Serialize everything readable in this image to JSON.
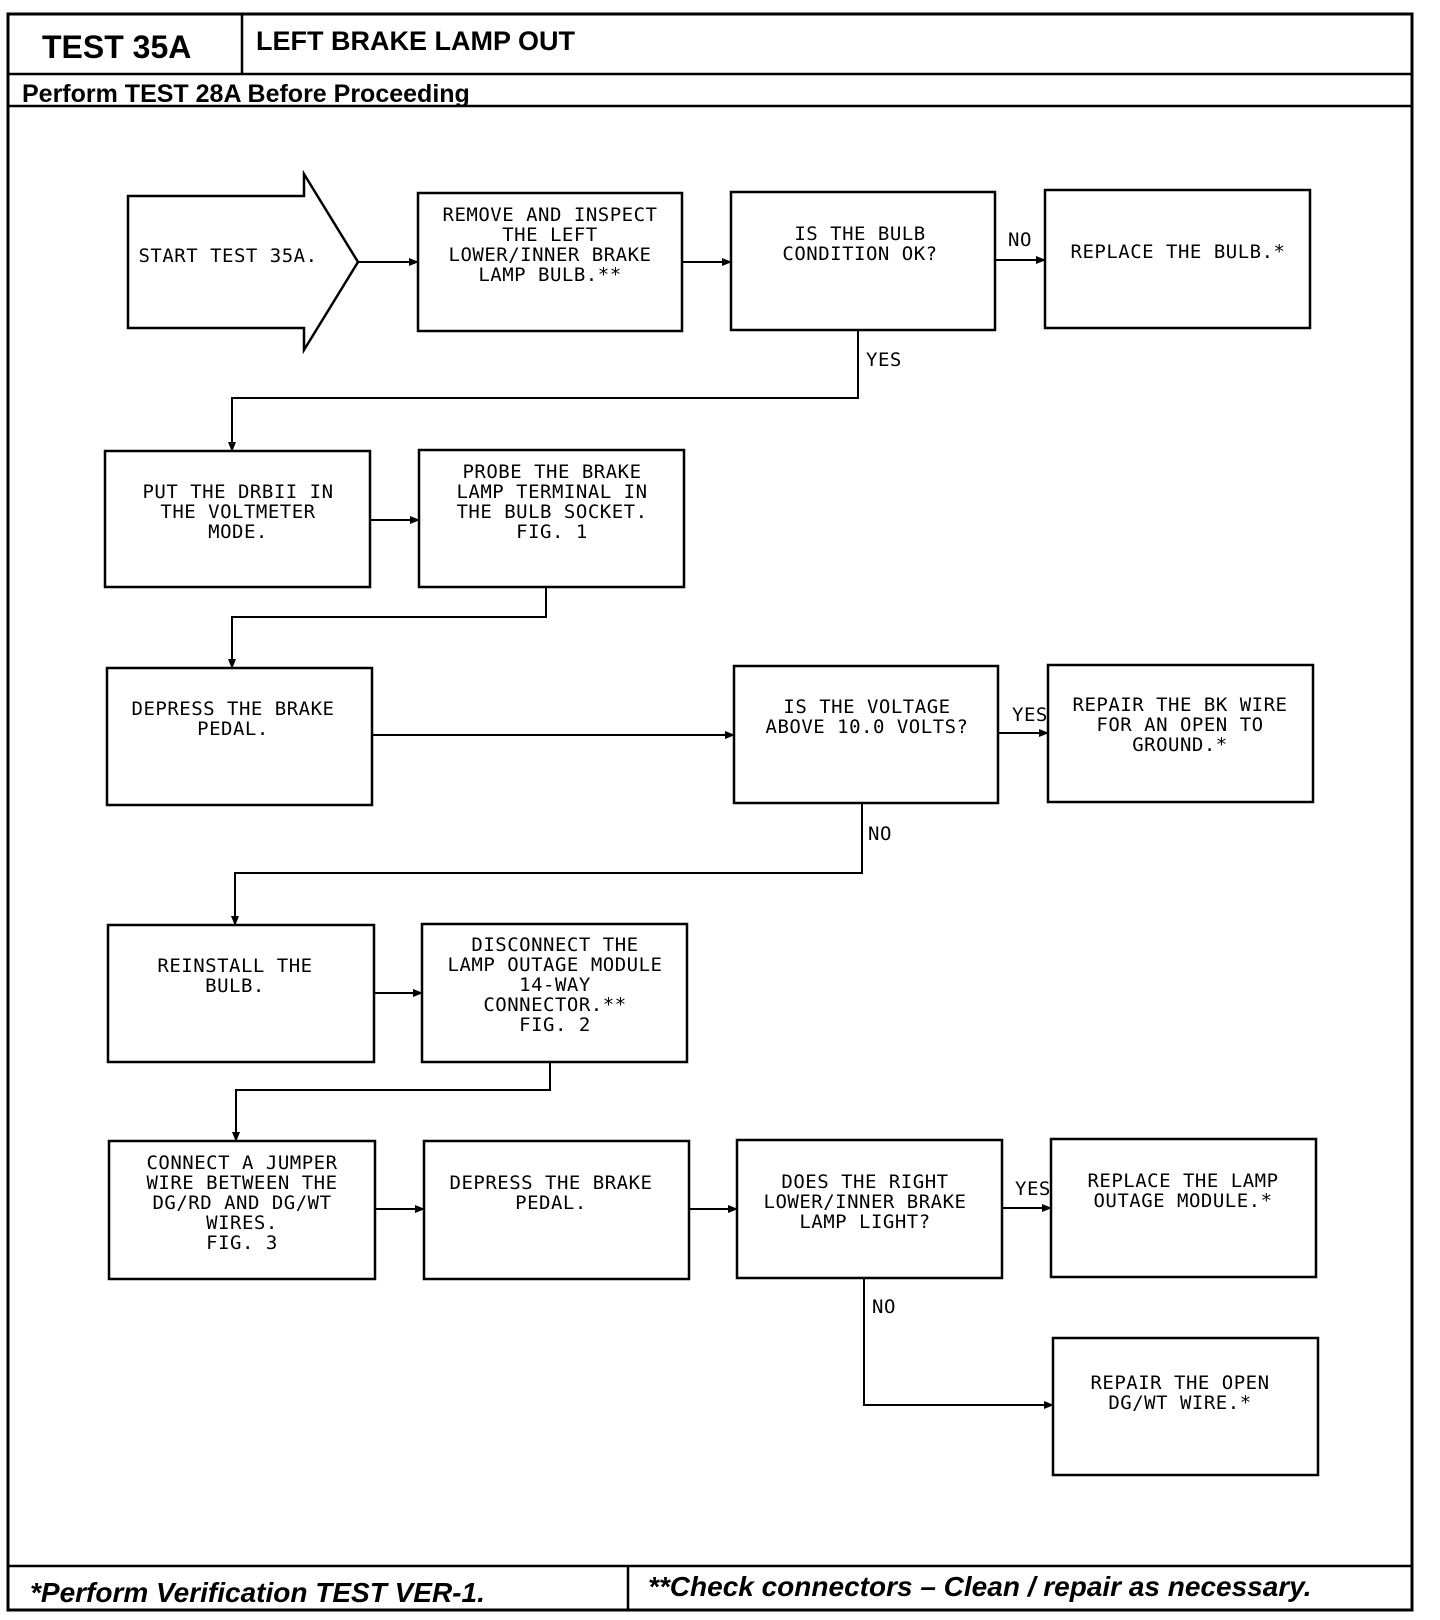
{
  "header": {
    "test_id": "TEST 35A",
    "title": "LEFT BRAKE LAMP OUT",
    "prerequisite": "Perform TEST 28A Before Proceeding"
  },
  "flowchart": {
    "start": [
      "START TEST 35A."
    ],
    "remove_inspect": [
      "REMOVE AND INSPECT",
      "THE LEFT",
      "LOWER/INNER BRAKE",
      "LAMP BULB.**"
    ],
    "bulb_ok": [
      "IS THE BULB",
      "CONDITION OK?"
    ],
    "replace_bulb": [
      "REPLACE THE BULB.*"
    ],
    "put_drbii": [
      "PUT THE DRBII IN",
      "THE VOLTMETER",
      "MODE."
    ],
    "probe_terminal": [
      "PROBE THE BRAKE",
      "LAMP TERMINAL IN",
      "THE BULB SOCKET.",
      "",
      "FIG. 1"
    ],
    "depress_pedal_1": [
      "DEPRESS THE BRAKE",
      "PEDAL."
    ],
    "voltage_check": [
      "IS THE VOLTAGE",
      "ABOVE 10.0 VOLTS?"
    ],
    "repair_bk_wire": [
      "REPAIR THE BK WIRE",
      "FOR AN OPEN TO",
      "GROUND.*"
    ],
    "reinstall_bulb": [
      "REINSTALL THE",
      "BULB."
    ],
    "disconnect_module": [
      "DISCONNECT THE",
      "LAMP OUTAGE MODULE",
      "14-WAY",
      "CONNECTOR.**",
      "FIG. 2"
    ],
    "connect_jumper": [
      "CONNECT A JUMPER",
      "WIRE BETWEEN THE",
      "DG/RD AND DG/WT",
      "WIRES.",
      "FIG. 3"
    ],
    "depress_pedal_2": [
      "DEPRESS THE BRAKE",
      "PEDAL."
    ],
    "right_lamp_lights": [
      "DOES THE RIGHT",
      "LOWER/INNER BRAKE",
      "LAMP LIGHT?"
    ],
    "replace_module": [
      "REPLACE THE LAMP",
      "OUTAGE MODULE.*"
    ],
    "repair_dgwt": [
      "REPAIR THE OPEN",
      "DG/WT WIRE.*"
    ],
    "labels": {
      "no": "NO",
      "yes": "YES"
    }
  },
  "footer": {
    "left": "*Perform Verification TEST VER-1.",
    "right": "**Check connectors – Clean / repair as necessary."
  }
}
